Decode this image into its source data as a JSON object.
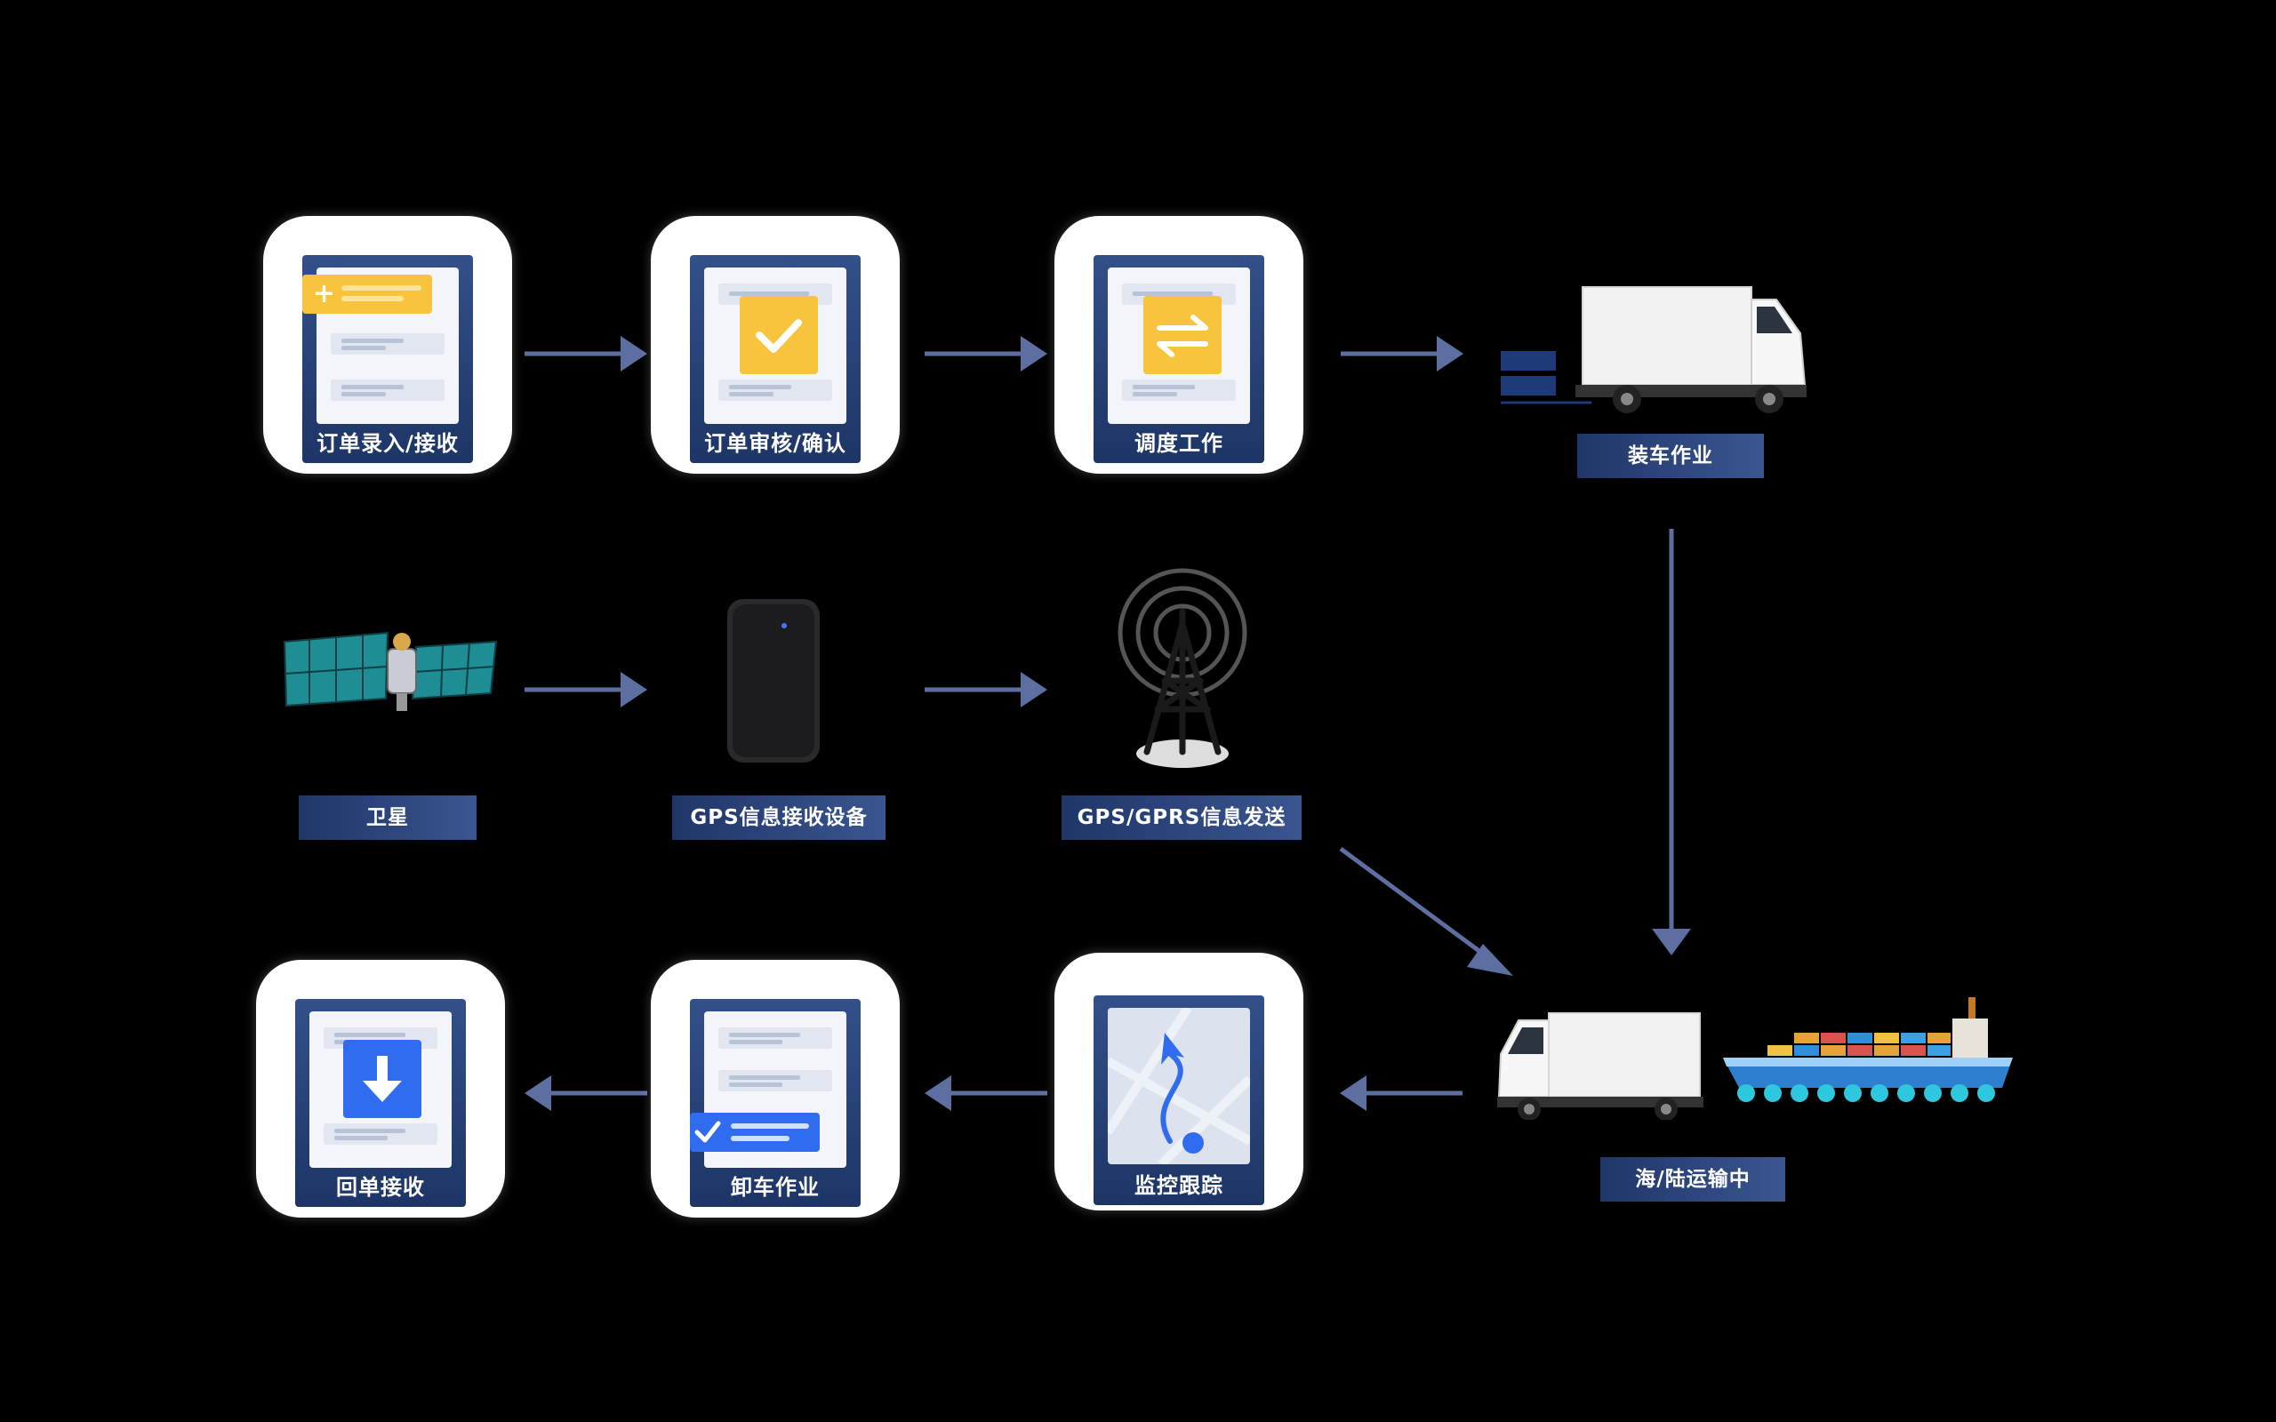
{
  "steps": {
    "order_entry": "订单录入/接收",
    "order_review": "订单审核/确认",
    "dispatch": "调度工作",
    "loading": "装车作业",
    "satellite": "卫星",
    "gps_device": "GPS信息接收设备",
    "gprs_send": "GPS/GPRS信息发送",
    "transport": "海/陆运输中",
    "monitor": "监控跟踪",
    "unloading": "卸车作业",
    "receipt": "回单接收"
  },
  "colors": {
    "arrow": "#5d6fa0",
    "doc_blue": "#1d3566",
    "accent_yellow": "#f8c33d",
    "accent_blue": "#2f6cf0"
  },
  "icons": {
    "order_entry": "add-document-icon",
    "order_review": "check-icon",
    "dispatch": "swap-arrows-icon",
    "monitor": "map-route-icon",
    "unloading": "checklist-icon",
    "receipt": "download-arrow-icon"
  }
}
